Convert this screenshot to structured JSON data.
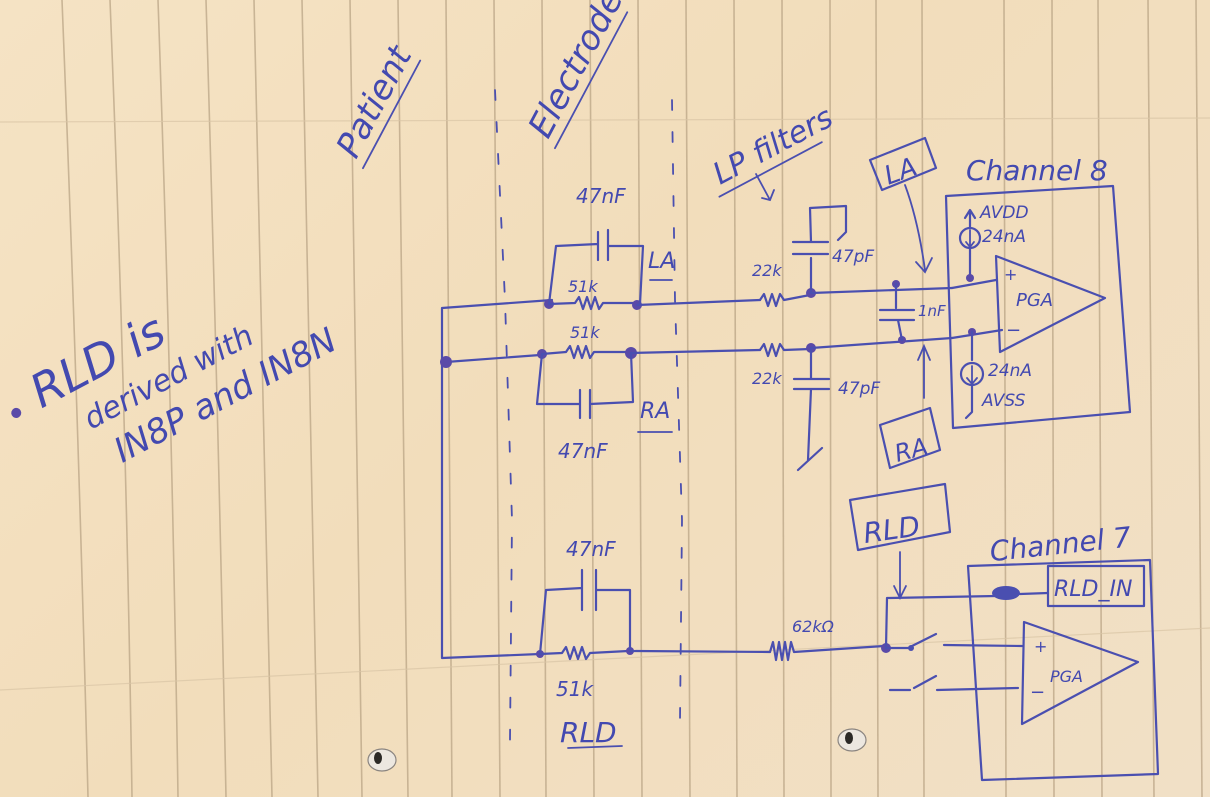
{
  "colors": {
    "paper": "#f3dfbf",
    "ink": "#4a4fb0",
    "rule_line": "#b9a486"
  },
  "note": {
    "bullet": "•",
    "line1": "RLD is",
    "line2": "derived with",
    "line3": "IN8P and IN8N"
  },
  "sections": {
    "patient": "Patient",
    "electrodes": "Electrodes",
    "lp_filters": "LP filters"
  },
  "electrode_la": {
    "label": "LA",
    "capacitor": "47nF",
    "resistor": "51k"
  },
  "electrode_ra": {
    "label": "RA",
    "capacitor": "47nF",
    "resistor": "51k"
  },
  "electrode_rld": {
    "label": "RLD",
    "capacitor": "47nF",
    "resistor": "51k"
  },
  "lp_filter": {
    "la_resistor": "22k",
    "la_capacitor": "47pF",
    "ra_resistor": "22k",
    "ra_capacitor": "47pF",
    "differential_capacitor": "1nF"
  },
  "tags": {
    "la": "LA",
    "ra": "RA",
    "rld": "RLD"
  },
  "rld_resistor": "62kΩ",
  "channel8": {
    "title": "Channel 8",
    "supply_top": "AVDD",
    "bias_top": "24nA",
    "bias_bottom": "24nA",
    "supply_bottom": "AVSS",
    "amp_label": "PGA",
    "plus": "+",
    "minus": "−"
  },
  "channel7": {
    "title": "Channel 7",
    "rld_in": "RLD_IN",
    "amp_label": "PGA",
    "plus": "+",
    "minus": "−"
  }
}
